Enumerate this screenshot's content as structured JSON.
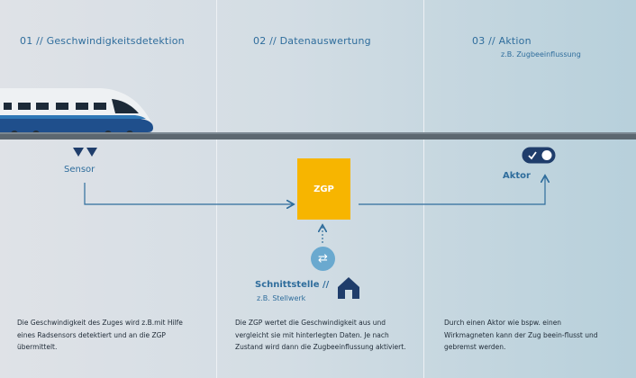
{
  "steps": [
    {
      "title": "01 // Geschwindigkeitsdetektion"
    },
    {
      "title": "02 // Datenauswertung"
    },
    {
      "title": "03 // Aktion",
      "subtitle": "z.B. Zugbeeinflussung"
    }
  ],
  "sensor": {
    "label": "Sensor"
  },
  "zgp": {
    "label": "ZGP"
  },
  "interface": {
    "label": "Schnittstelle //",
    "sublabel": "z.B. Stellwerk",
    "icon": "house-icon"
  },
  "actor": {
    "label": "Aktor",
    "icon": "toggle-icon"
  },
  "descriptions": [
    "Die Geschwindigkeit des Zuges wird z.B.mit Hilfe eines Radsensors detektiert und an die ZGP übermittelt.",
    "Die ZGP wertet die Geschwindigkeit aus und vergleicht sie mit hinterlegten Daten. Je nach Zustand wird dann die Zugbeeinflussung aktiviert.",
    "Durch einen Aktor wie bspw. einen Wirkmagneten kann der Zug beein-flusst und gebremst werden."
  ],
  "colors": {
    "accent": "#2f6d9c",
    "zgp": "#f7b500",
    "navy": "#1f3d6b",
    "rail": "#5c6770"
  }
}
